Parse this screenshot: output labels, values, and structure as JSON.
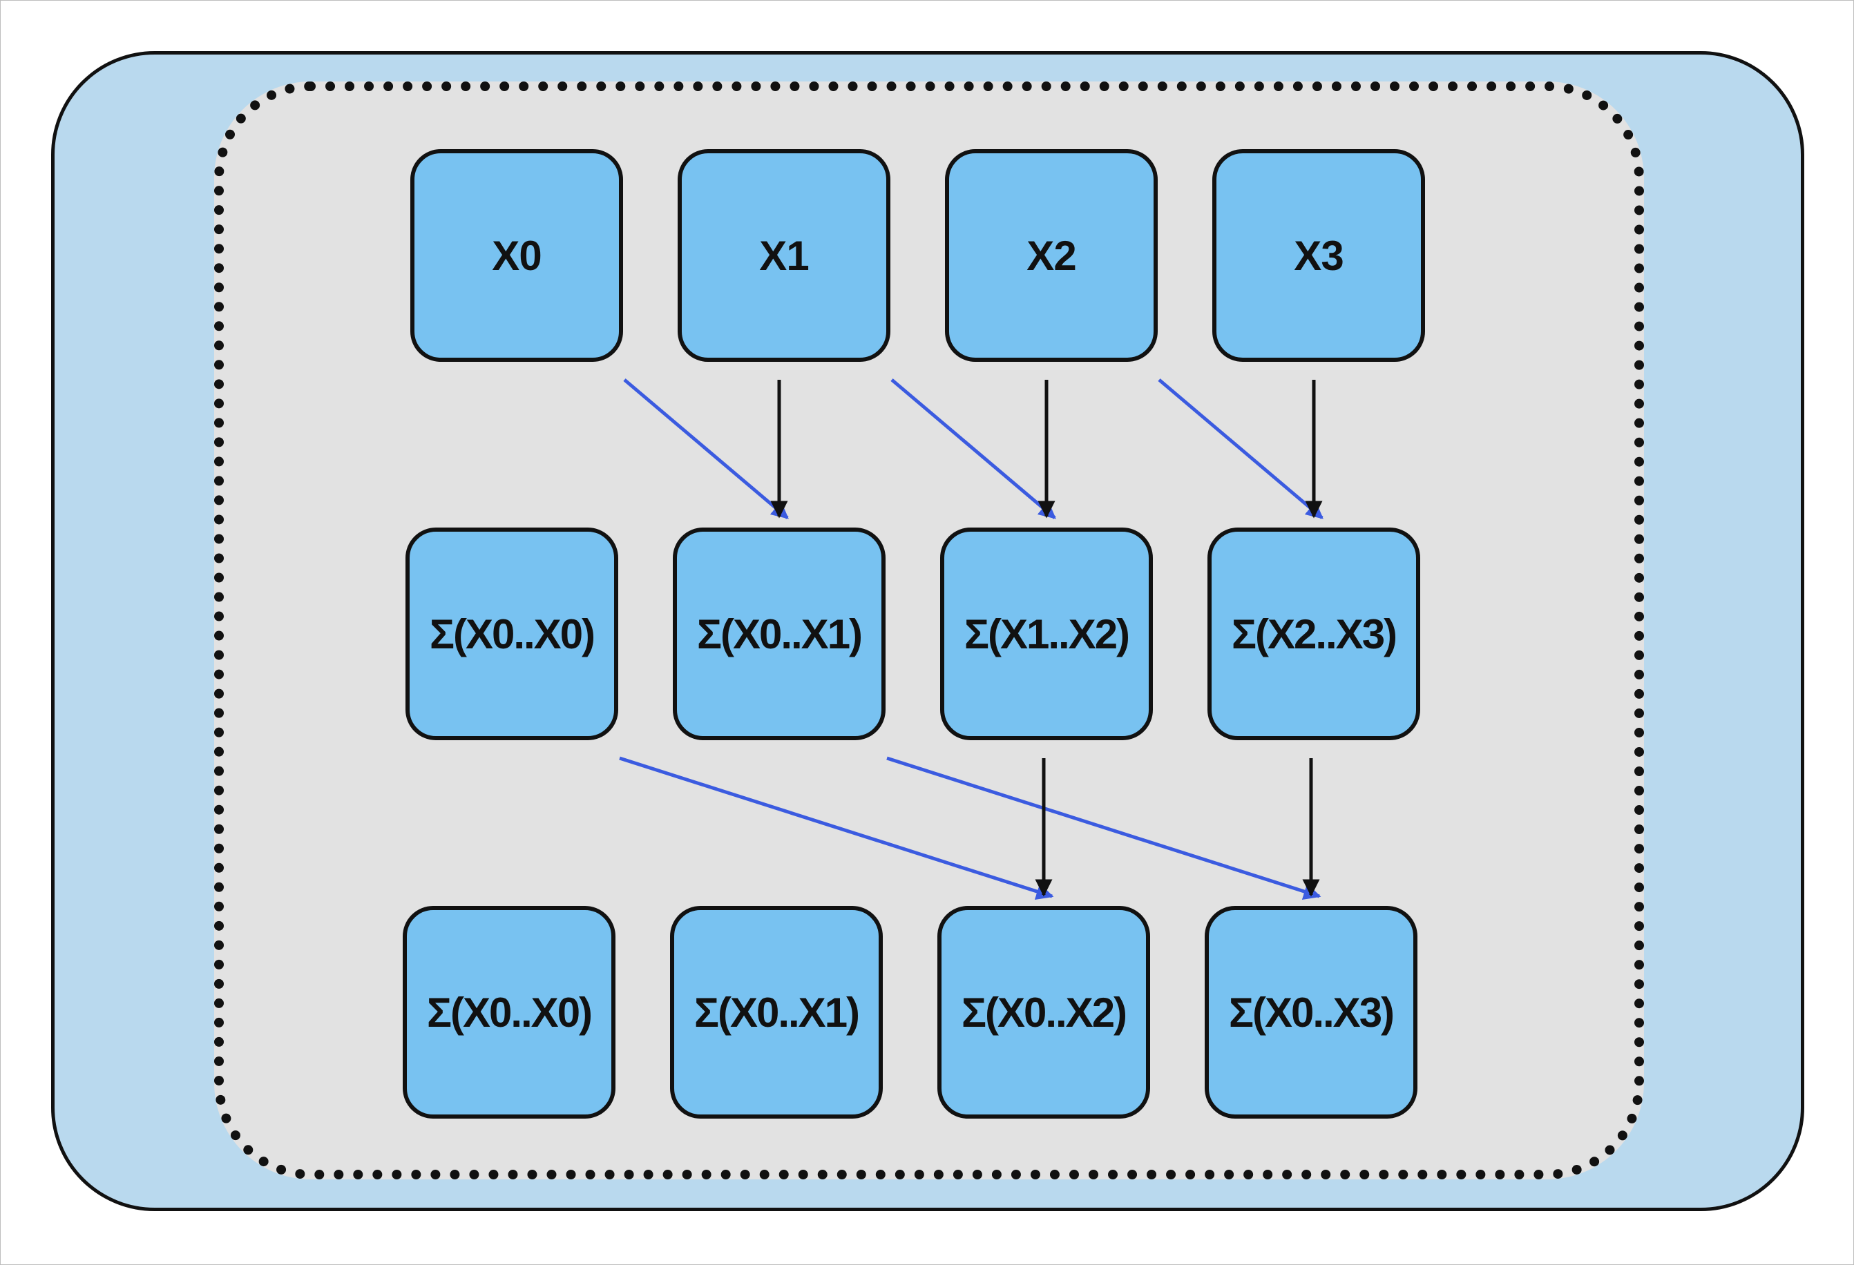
{
  "inputs": [
    "X0",
    "X1",
    "X2",
    "X3"
  ],
  "step1": [
    "Σ(X0..X0)",
    "Σ(X0..X1)",
    "Σ(X1..X2)",
    "Σ(X2..X3)"
  ],
  "step2": [
    "Σ(X0..X0)",
    "Σ(X0..X1)",
    "Σ(X0..X2)",
    "Σ(X0..X3)"
  ],
  "edges": [
    {
      "from": "inputs.0",
      "to": "step1.1",
      "kind": "shifted"
    },
    {
      "from": "inputs.1",
      "to": "step1.1",
      "kind": "direct"
    },
    {
      "from": "inputs.1",
      "to": "step1.2",
      "kind": "shifted"
    },
    {
      "from": "inputs.2",
      "to": "step1.2",
      "kind": "direct"
    },
    {
      "from": "inputs.2",
      "to": "step1.3",
      "kind": "shifted"
    },
    {
      "from": "inputs.3",
      "to": "step1.3",
      "kind": "direct"
    },
    {
      "from": "step1.0",
      "to": "step2.2",
      "kind": "shifted"
    },
    {
      "from": "step1.1",
      "to": "step2.3",
      "kind": "shifted"
    },
    {
      "from": "step1.2",
      "to": "step2.2",
      "kind": "direct"
    },
    {
      "from": "step1.3",
      "to": "step2.3",
      "kind": "direct"
    }
  ],
  "colors": {
    "outer_fill": "#b9d9ee",
    "inner_fill": "#e2e2e2",
    "node_fill": "#78c2f1",
    "direct_arrow": "#111111",
    "shifted_arrow": "#3b5be0"
  }
}
